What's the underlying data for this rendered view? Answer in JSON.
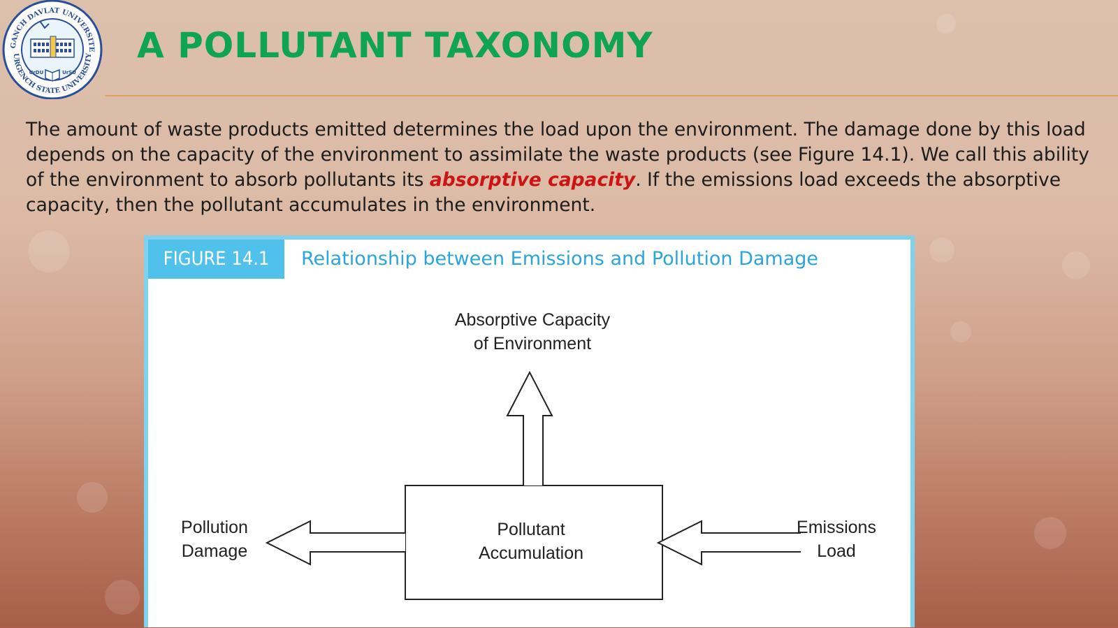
{
  "slide": {
    "title": "A POLLUTANT TAXONOMY",
    "logo": {
      "ring_top_text": "URGANCH DAVLAT UNIVERSITETI",
      "ring_bottom_text": "URGENCH STATE UNIVERSITY",
      "badge_left": "UrDU",
      "badge_right": "UrSU"
    },
    "paragraph": {
      "before": "The amount of waste products emitted determines the load upon the environment. The damage done by this load depends on the capacity of the environment to assimilate the waste products (see Figure 14.1). We call this ability of the environment to absorb pollutants its ",
      "emphasis": "absorptive capacity",
      "after": ". If the emissions load exceeds the absorptive capacity, then the pollutant accumulates in the environment."
    },
    "colors": {
      "title": "#0fa354",
      "emphasis": "#cc1416",
      "figure_accent": "#4fc1ea"
    }
  },
  "figure": {
    "tag": "FIGURE 14.1",
    "caption": "Relationship between Emissions and Pollution Damage",
    "nodes": {
      "top_line1": "Absorptive Capacity",
      "top_line2": "of Environment",
      "center_line1": "Pollutant",
      "center_line2": "Accumulation",
      "left_line1": "Pollution",
      "left_line2": "Damage",
      "right_line1": "Emissions",
      "right_line2": "Load"
    }
  }
}
